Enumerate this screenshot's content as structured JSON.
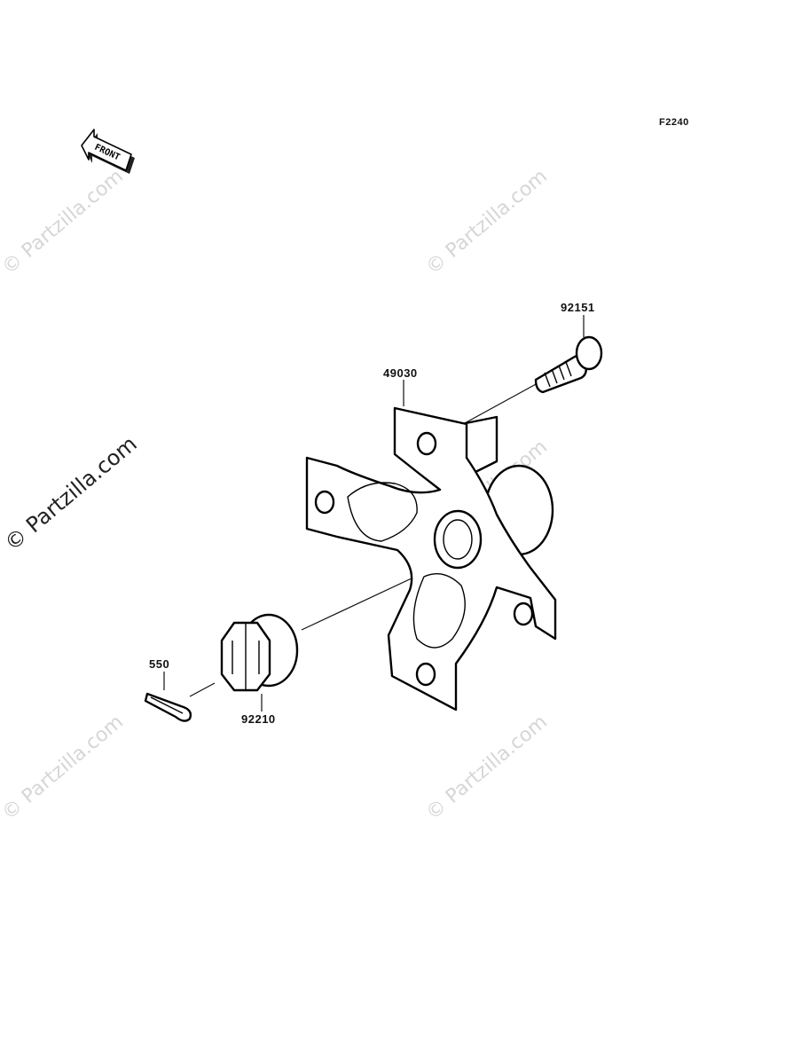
{
  "diagram_code": "F2240",
  "front_arrow_label": "FRONT",
  "watermark_text": "© Partzilla.com",
  "parts": [
    {
      "number": "92151",
      "name": "bolt"
    },
    {
      "number": "49030",
      "name": "hub"
    },
    {
      "number": "550",
      "name": "cotter-pin"
    },
    {
      "number": "92210",
      "name": "castle-nut"
    }
  ]
}
